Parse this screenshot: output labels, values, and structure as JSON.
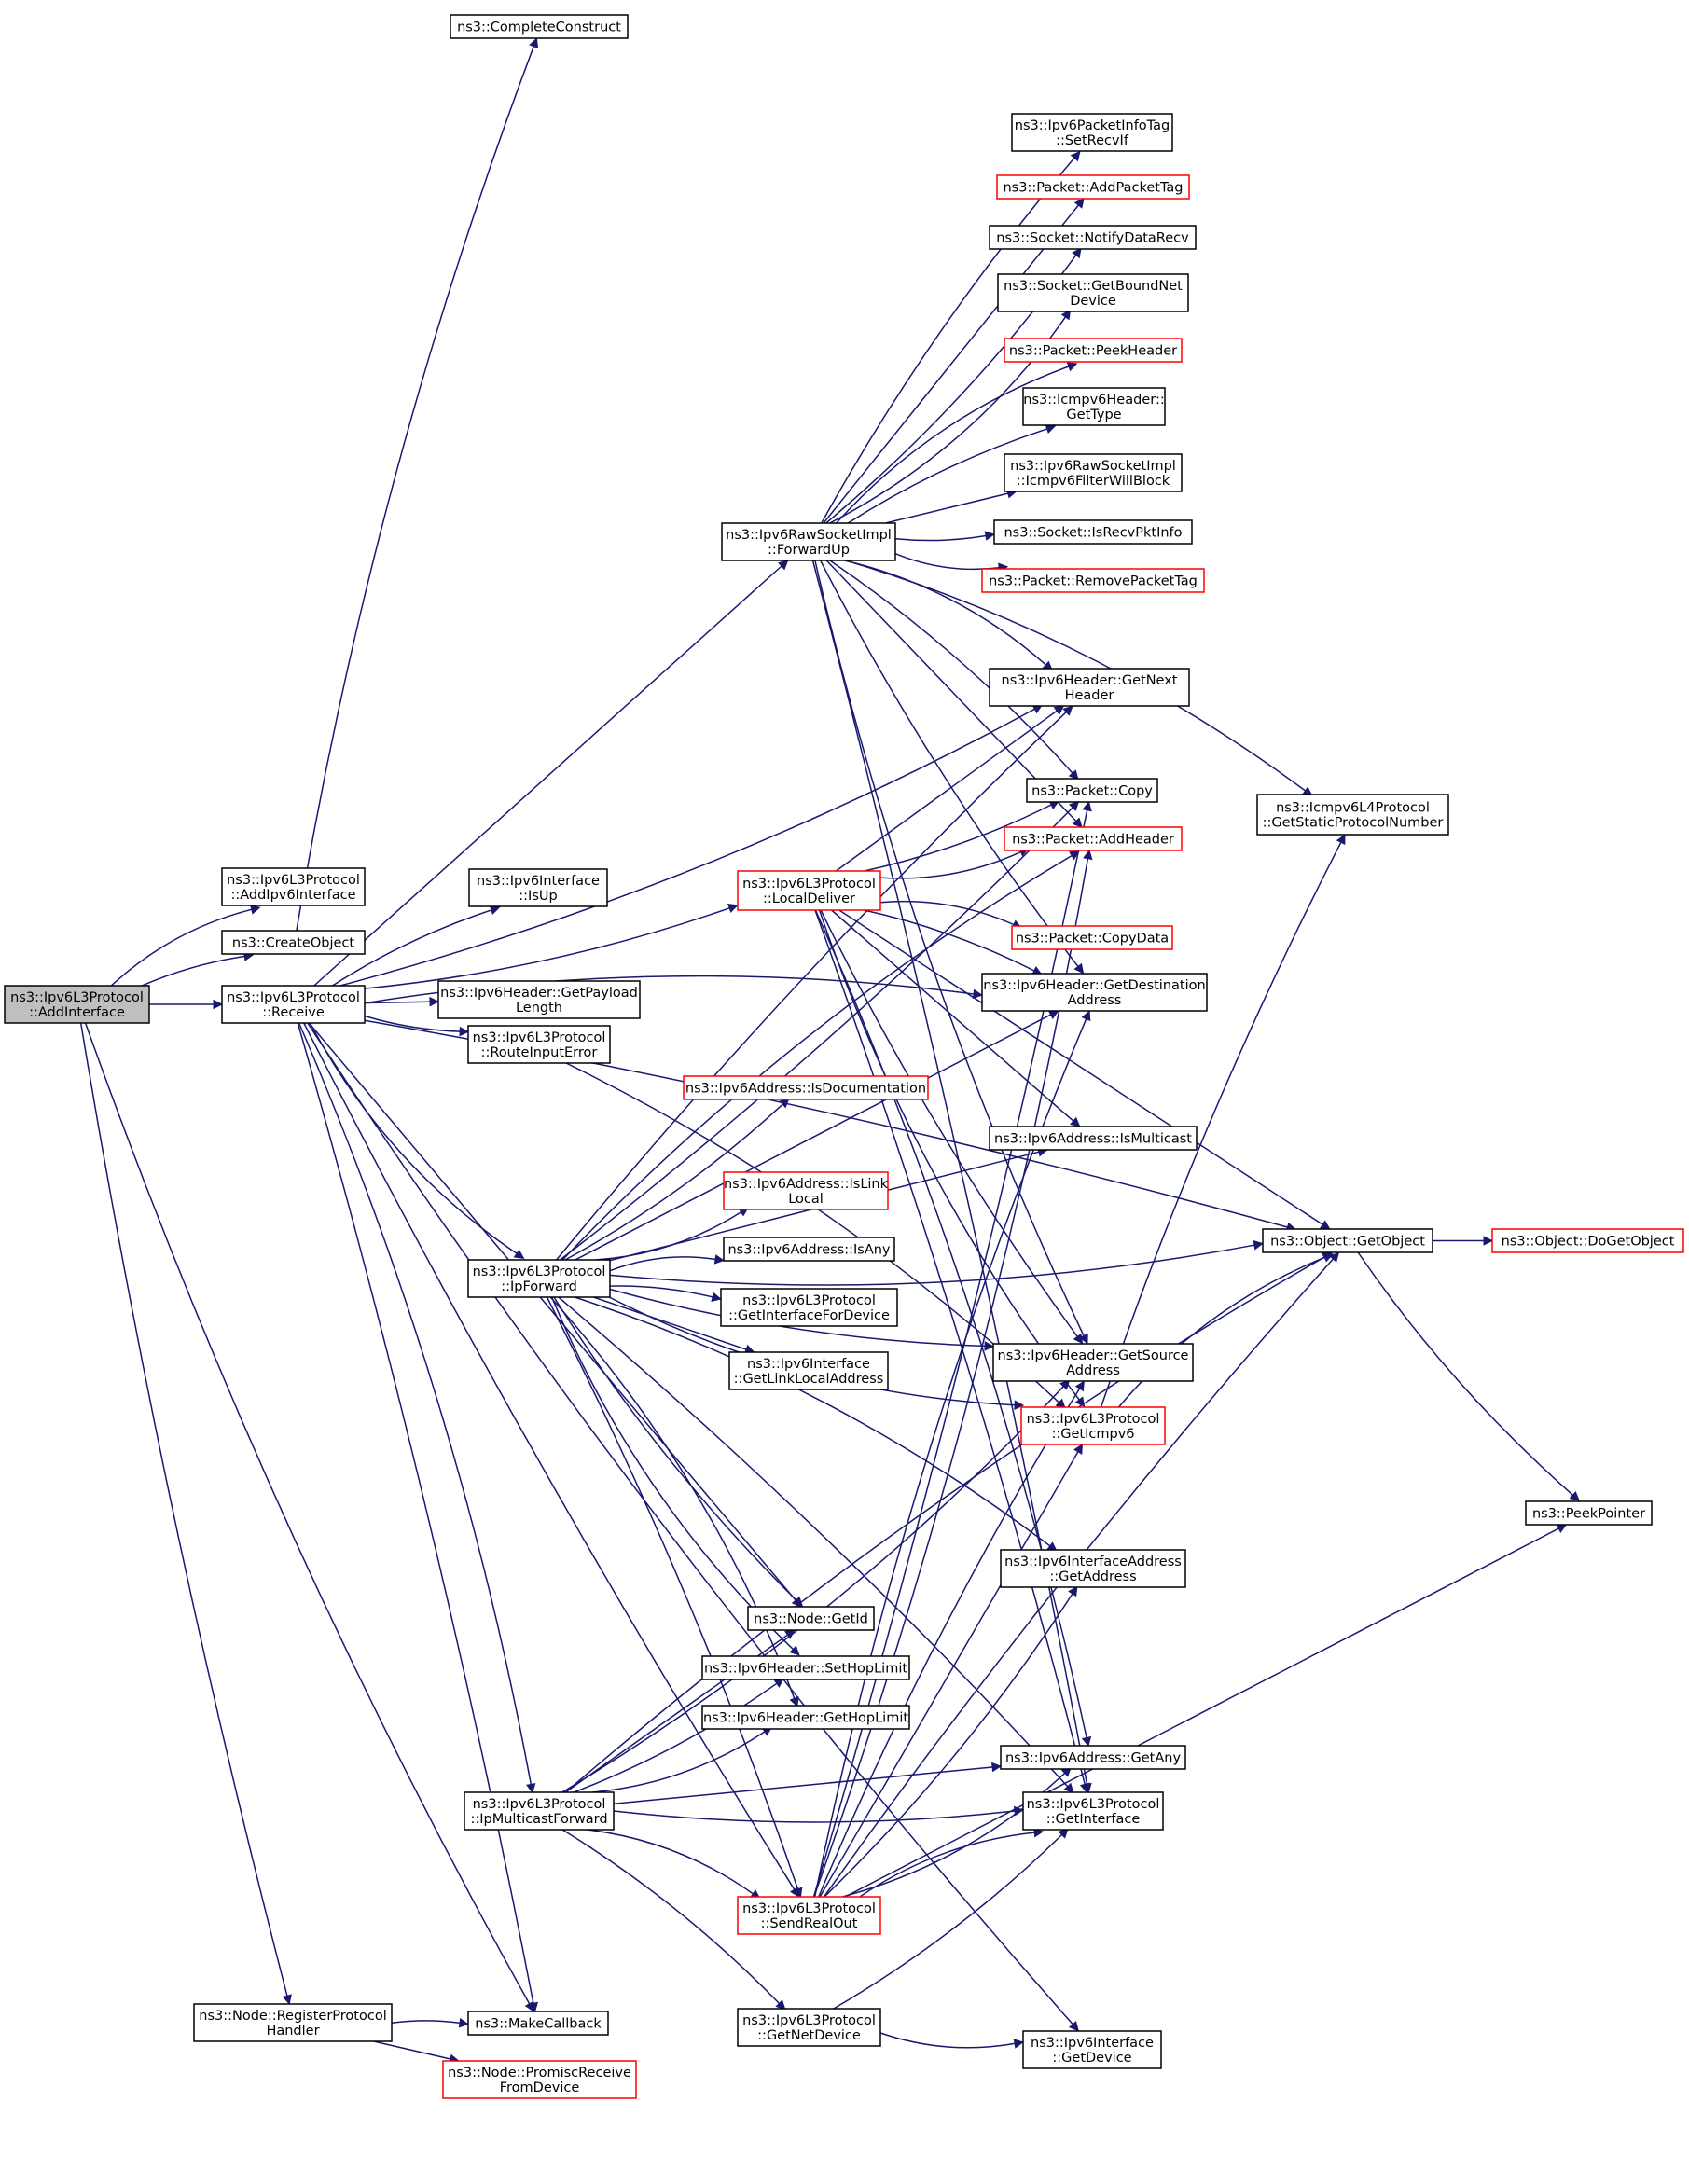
{
  "nodes": [
    {
      "id": "add_interface",
      "lines": [
        "ns3::Ipv6L3Protocol",
        "::AddInterface"
      ],
      "style": "root"
    },
    {
      "id": "add_ipv6_interface",
      "lines": [
        "ns3::Ipv6L3Protocol",
        "::AddIpv6Interface"
      ],
      "style": "normal"
    },
    {
      "id": "create_object",
      "lines": [
        "ns3::CreateObject"
      ],
      "style": "normal"
    },
    {
      "id": "receive",
      "lines": [
        "ns3::Ipv6L3Protocol",
        "::Receive"
      ],
      "style": "normal"
    },
    {
      "id": "register_protocol_handler",
      "lines": [
        "ns3::Node::RegisterProtocol",
        "Handler"
      ],
      "style": "normal"
    },
    {
      "id": "complete_construct",
      "lines": [
        "ns3::CompleteConstruct"
      ],
      "style": "normal"
    },
    {
      "id": "iface_is_up",
      "lines": [
        "ns3::Ipv6Interface",
        "::IsUp"
      ],
      "style": "normal"
    },
    {
      "id": "get_payload_length",
      "lines": [
        "ns3::Ipv6Header::GetPayload",
        "Length"
      ],
      "style": "normal"
    },
    {
      "id": "route_input_error",
      "lines": [
        "ns3::Ipv6L3Protocol",
        "::RouteInputError"
      ],
      "style": "normal"
    },
    {
      "id": "ip_forward",
      "lines": [
        "ns3::Ipv6L3Protocol",
        "::IpForward"
      ],
      "style": "normal"
    },
    {
      "id": "ip_multicast_forward",
      "lines": [
        "ns3::Ipv6L3Protocol",
        "::IpMulticastForward"
      ],
      "style": "normal"
    },
    {
      "id": "make_callback",
      "lines": [
        "ns3::MakeCallback"
      ],
      "style": "normal"
    },
    {
      "id": "promisc_receive",
      "lines": [
        "ns3::Node::PromiscReceive",
        "FromDevice"
      ],
      "style": "ext"
    },
    {
      "id": "forward_up",
      "lines": [
        "ns3::Ipv6RawSocketImpl",
        "::ForwardUp"
      ],
      "style": "normal"
    },
    {
      "id": "local_deliver",
      "lines": [
        "ns3::Ipv6L3Protocol",
        "::LocalDeliver"
      ],
      "style": "ext"
    },
    {
      "id": "is_documentation",
      "lines": [
        "ns3::Ipv6Address::IsDocumentation"
      ],
      "style": "ext"
    },
    {
      "id": "is_link_local",
      "lines": [
        "ns3::Ipv6Address::IsLink",
        "Local"
      ],
      "style": "ext"
    },
    {
      "id": "is_any",
      "lines": [
        "ns3::Ipv6Address::IsAny"
      ],
      "style": "normal"
    },
    {
      "id": "get_interface_for_device",
      "lines": [
        "ns3::Ipv6L3Protocol",
        "::GetInterfaceForDevice"
      ],
      "style": "normal"
    },
    {
      "id": "get_link_local_address",
      "lines": [
        "ns3::Ipv6Interface",
        "::GetLinkLocalAddress"
      ],
      "style": "normal"
    },
    {
      "id": "node_get_id",
      "lines": [
        "ns3::Node::GetId"
      ],
      "style": "normal"
    },
    {
      "id": "set_hop_limit",
      "lines": [
        "ns3::Ipv6Header::SetHopLimit"
      ],
      "style": "normal"
    },
    {
      "id": "get_hop_limit",
      "lines": [
        "ns3::Ipv6Header::GetHopLimit"
      ],
      "style": "normal"
    },
    {
      "id": "send_real_out",
      "lines": [
        "ns3::Ipv6L3Protocol",
        "::SendRealOut"
      ],
      "style": "ext"
    },
    {
      "id": "get_net_device",
      "lines": [
        "ns3::Ipv6L3Protocol",
        "::GetNetDevice"
      ],
      "style": "normal"
    },
    {
      "id": "set_recv_if",
      "lines": [
        "ns3::Ipv6PacketInfoTag",
        "::SetRecvIf"
      ],
      "style": "normal"
    },
    {
      "id": "add_packet_tag",
      "lines": [
        "ns3::Packet::AddPacketTag"
      ],
      "style": "ext"
    },
    {
      "id": "notify_data_recv",
      "lines": [
        "ns3::Socket::NotifyDataRecv"
      ],
      "style": "normal"
    },
    {
      "id": "get_bound_net_device",
      "lines": [
        "ns3::Socket::GetBoundNet",
        "Device"
      ],
      "style": "normal"
    },
    {
      "id": "peek_header",
      "lines": [
        "ns3::Packet::PeekHeader"
      ],
      "style": "ext"
    },
    {
      "id": "icmpv6_get_type",
      "lines": [
        "ns3::Icmpv6Header::",
        "GetType"
      ],
      "style": "normal"
    },
    {
      "id": "filter_will_block",
      "lines": [
        "ns3::Ipv6RawSocketImpl",
        "::Icmpv6FilterWillBlock"
      ],
      "style": "normal"
    },
    {
      "id": "is_recv_pkt_info",
      "lines": [
        "ns3::Socket::IsRecvPktInfo"
      ],
      "style": "normal"
    },
    {
      "id": "remove_packet_tag",
      "lines": [
        "ns3::Packet::RemovePacketTag"
      ],
      "style": "ext"
    },
    {
      "id": "get_next_header",
      "lines": [
        "ns3::Ipv6Header::GetNext",
        "Header"
      ],
      "style": "normal"
    },
    {
      "id": "packet_copy",
      "lines": [
        "ns3::Packet::Copy"
      ],
      "style": "normal"
    },
    {
      "id": "add_header",
      "lines": [
        "ns3::Packet::AddHeader"
      ],
      "style": "ext"
    },
    {
      "id": "copy_data",
      "lines": [
        "ns3::Packet::CopyData"
      ],
      "style": "ext"
    },
    {
      "id": "get_destination_address",
      "lines": [
        "ns3::Ipv6Header::GetDestination",
        "Address"
      ],
      "style": "normal"
    },
    {
      "id": "is_multicast",
      "lines": [
        "ns3::Ipv6Address::IsMulticast"
      ],
      "style": "normal"
    },
    {
      "id": "get_source_address",
      "lines": [
        "ns3::Ipv6Header::GetSource",
        "Address"
      ],
      "style": "normal"
    },
    {
      "id": "get_icmpv6",
      "lines": [
        "ns3::Ipv6L3Protocol",
        "::GetIcmpv6"
      ],
      "style": "ext"
    },
    {
      "id": "iface_address_get_address",
      "lines": [
        "ns3::Ipv6InterfaceAddress",
        "::GetAddress"
      ],
      "style": "normal"
    },
    {
      "id": "address_get_any",
      "lines": [
        "ns3::Ipv6Address::GetAny"
      ],
      "style": "normal"
    },
    {
      "id": "l3_get_interface",
      "lines": [
        "ns3::Ipv6L3Protocol",
        "::GetInterface"
      ],
      "style": "normal"
    },
    {
      "id": "iface_get_device",
      "lines": [
        "ns3::Ipv6Interface",
        "::GetDevice"
      ],
      "style": "normal"
    },
    {
      "id": "get_static_protocol_number",
      "lines": [
        "ns3::Icmpv6L4Protocol",
        "::GetStaticProtocolNumber"
      ],
      "style": "normal"
    },
    {
      "id": "object_get_object",
      "lines": [
        "ns3::Object::GetObject"
      ],
      "style": "normal"
    },
    {
      "id": "do_get_object",
      "lines": [
        "ns3::Object::DoGetObject"
      ],
      "style": "ext"
    },
    {
      "id": "peek_pointer",
      "lines": [
        "ns3::PeekPointer"
      ],
      "style": "normal"
    }
  ],
  "edges": [
    [
      "add_interface",
      "add_ipv6_interface"
    ],
    [
      "add_interface",
      "create_object"
    ],
    [
      "add_interface",
      "receive"
    ],
    [
      "add_interface",
      "register_protocol_handler"
    ],
    [
      "add_interface",
      "make_callback"
    ],
    [
      "create_object",
      "complete_construct"
    ],
    [
      "receive",
      "iface_is_up"
    ],
    [
      "receive",
      "get_payload_length"
    ],
    [
      "receive",
      "route_input_error"
    ],
    [
      "receive",
      "ip_forward"
    ],
    [
      "receive",
      "ip_multicast_forward"
    ],
    [
      "receive",
      "make_callback"
    ],
    [
      "receive",
      "forward_up"
    ],
    [
      "receive",
      "local_deliver"
    ],
    [
      "receive",
      "get_next_header"
    ],
    [
      "receive",
      "get_destination_address"
    ],
    [
      "receive",
      "object_get_object"
    ],
    [
      "receive",
      "node_get_id"
    ],
    [
      "receive",
      "send_real_out"
    ],
    [
      "receive",
      "iface_get_device"
    ],
    [
      "route_input_error",
      "get_icmpv6"
    ],
    [
      "register_protocol_handler",
      "make_callback"
    ],
    [
      "register_protocol_handler",
      "promisc_receive"
    ],
    [
      "ip_forward",
      "is_documentation"
    ],
    [
      "ip_forward",
      "is_link_local"
    ],
    [
      "ip_forward",
      "is_any"
    ],
    [
      "ip_forward",
      "get_interface_for_device"
    ],
    [
      "ip_forward",
      "get_link_local_address"
    ],
    [
      "ip_forward",
      "node_get_id"
    ],
    [
      "ip_forward",
      "set_hop_limit"
    ],
    [
      "ip_forward",
      "get_hop_limit"
    ],
    [
      "ip_forward",
      "send_real_out"
    ],
    [
      "ip_forward",
      "is_multicast"
    ],
    [
      "ip_forward",
      "get_source_address"
    ],
    [
      "ip_forward",
      "get_icmpv6"
    ],
    [
      "ip_forward",
      "iface_address_get_address"
    ],
    [
      "ip_forward",
      "l3_get_interface"
    ],
    [
      "ip_forward",
      "get_destination_address"
    ],
    [
      "ip_forward",
      "packet_copy"
    ],
    [
      "ip_forward",
      "object_get_object"
    ],
    [
      "ip_forward",
      "add_header"
    ],
    [
      "ip_forward",
      "get_next_header"
    ],
    [
      "ip_multicast_forward",
      "node_get_id"
    ],
    [
      "ip_multicast_forward",
      "set_hop_limit"
    ],
    [
      "ip_multicast_forward",
      "get_hop_limit"
    ],
    [
      "ip_multicast_forward",
      "send_real_out"
    ],
    [
      "ip_multicast_forward",
      "get_net_device"
    ],
    [
      "ip_multicast_forward",
      "address_get_any"
    ],
    [
      "ip_multicast_forward",
      "l3_get_interface"
    ],
    [
      "ip_multicast_forward",
      "get_source_address"
    ],
    [
      "ip_multicast_forward",
      "object_get_object"
    ],
    [
      "forward_up",
      "set_recv_if"
    ],
    [
      "forward_up",
      "add_packet_tag"
    ],
    [
      "forward_up",
      "notify_data_recv"
    ],
    [
      "forward_up",
      "get_bound_net_device"
    ],
    [
      "forward_up",
      "peek_header"
    ],
    [
      "forward_up",
      "icmpv6_get_type"
    ],
    [
      "forward_up",
      "filter_will_block"
    ],
    [
      "forward_up",
      "is_recv_pkt_info"
    ],
    [
      "forward_up",
      "remove_packet_tag"
    ],
    [
      "forward_up",
      "get_next_header"
    ],
    [
      "forward_up",
      "packet_copy"
    ],
    [
      "forward_up",
      "add_header"
    ],
    [
      "forward_up",
      "get_destination_address"
    ],
    [
      "forward_up",
      "get_source_address"
    ],
    [
      "forward_up",
      "get_static_protocol_number"
    ],
    [
      "forward_up",
      "l3_get_interface"
    ],
    [
      "local_deliver",
      "get_next_header"
    ],
    [
      "local_deliver",
      "packet_copy"
    ],
    [
      "local_deliver",
      "add_header"
    ],
    [
      "local_deliver",
      "copy_data"
    ],
    [
      "local_deliver",
      "get_destination_address"
    ],
    [
      "local_deliver",
      "is_multicast"
    ],
    [
      "local_deliver",
      "get_source_address"
    ],
    [
      "local_deliver",
      "get_icmpv6"
    ],
    [
      "local_deliver",
      "address_get_any"
    ],
    [
      "local_deliver",
      "l3_get_interface"
    ],
    [
      "local_deliver",
      "object_get_object"
    ],
    [
      "send_real_out",
      "packet_copy"
    ],
    [
      "send_real_out",
      "add_header"
    ],
    [
      "send_real_out",
      "get_destination_address"
    ],
    [
      "send_real_out",
      "get_source_address"
    ],
    [
      "send_real_out",
      "get_icmpv6"
    ],
    [
      "send_real_out",
      "iface_address_get_address"
    ],
    [
      "send_real_out",
      "address_get_any"
    ],
    [
      "send_real_out",
      "l3_get_interface"
    ],
    [
      "send_real_out",
      "object_get_object"
    ],
    [
      "send_real_out",
      "peek_pointer"
    ],
    [
      "get_net_device",
      "l3_get_interface"
    ],
    [
      "get_net_device",
      "iface_get_device"
    ],
    [
      "get_icmpv6",
      "object_get_object"
    ],
    [
      "get_icmpv6",
      "get_static_protocol_number"
    ],
    [
      "object_get_object",
      "do_get_object"
    ],
    [
      "object_get_object",
      "peek_pointer"
    ]
  ]
}
